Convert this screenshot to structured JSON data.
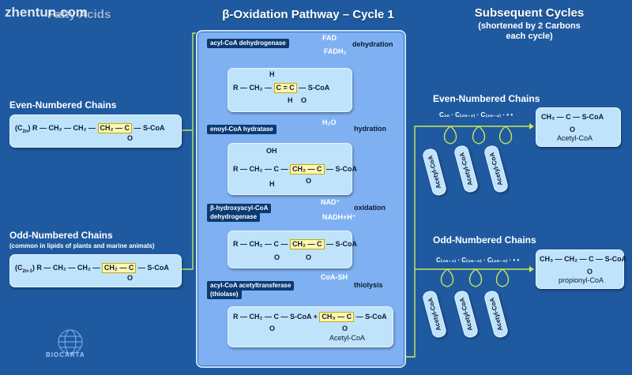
{
  "header": {
    "watermark": "zhentun.com",
    "left_title": "Fatty Acids",
    "center_title": "β-Oxidation Pathway – Cycle 1",
    "right_title": "Subsequent Cycles",
    "right_subtitle_1": "(shortened by 2 Carbons",
    "right_subtitle_2": "each cycle)"
  },
  "left": {
    "even_head": "Even-Numbered Chains",
    "even_formula_a": "(C",
    "even_formula_sub": "2n",
    "even_formula_b": ") R — CH₂ — CH₂ — ",
    "even_formula_hl": "CH₂ — C",
    "even_formula_c": " — S-CoA",
    "even_o": "O",
    "odd_head": "Odd-Numbered Chains",
    "odd_note": "(common in lipids of plants and marine animals)",
    "odd_formula_a": "(C",
    "odd_formula_sub": "2n-1",
    "odd_formula_b": ") R — CH₂ — CH₂ — ",
    "odd_formula_hl": "CH₂ — C",
    "odd_formula_c": " — S-CoA",
    "odd_o": "O"
  },
  "pathway": {
    "enzyme1": "acyl-CoA dehydrogenase",
    "cof1_in": "FAD",
    "cof1_out": "FADH₂",
    "step1": "dehydration",
    "mol1_a": "R — CH₂ — ",
    "mol1_hl": "C = C",
    "mol1_b": " — S-CoA",
    "mol1_top": "H",
    "mol1_bottom": "H",
    "mol1_o": "O",
    "enzyme2": "enoyl-CoA hydratase",
    "cof2_in": "H₂O",
    "step2": "hydration",
    "mol2_a": "R — CH₂ — C — ",
    "mol2_hl": "CH₂ — C",
    "mol2_b": " — S-CoA",
    "mol2_oh": "OH",
    "mol2_h": "H",
    "mol2_o": "O",
    "enzyme3a": "β-hydroxyacyl-CoA",
    "enzyme3b": "dehydrogenase",
    "cof3_in": "NAD⁺",
    "cof3_out": "NADH+H⁺",
    "step3": "oxidation",
    "mol3_a": "R — CH₂ — C — ",
    "mol3_hl": "CH₂ — C",
    "mol3_b": " — S-CoA",
    "mol3_o1": "O",
    "mol3_o2": "O",
    "enzyme4a": "acyl-CoA acetyltransferase",
    "enzyme4b": "(thiolase)",
    "cof4_in": "CoA-SH",
    "step4": "thiolysis",
    "mol4_a": "R — CH₂ — C — S-CoA  +  ",
    "mol4_hl": "CH₃ — C",
    "mol4_b": " — S-CoA",
    "mol4_o1": "O",
    "mol4_o2": "O",
    "mol4_label": "Acetyl-CoA"
  },
  "right": {
    "even_head": "Even-Numbered Chains",
    "even_seq": "C₂ₙ  ·  C₍₂ₙ₋₂₎  ·  C₍₂ₙ₋₄₎  · • •",
    "even_product_a": "CH₃ — C — S-CoA",
    "even_product_o": "O",
    "even_product_label": "Acetyl-CoA",
    "odd_head": "Odd-Numbered Chains",
    "odd_seq": "C₍₂ₙ₋₁₎  ·  C₍₂ₙ₋₃₎  ·  C₍₂ₙ₋₅₎  · • •",
    "odd_product_a": "CH₃ — CH₂ — C — S-CoA",
    "odd_product_o": "O",
    "odd_product_label": "propionyl-CoA",
    "pill_label": "Acetyl-CoA"
  },
  "brand": {
    "logo_text": "BIOCARTA"
  },
  "colors": {
    "background": "#1f5aa0",
    "panel": "#7fb1f2",
    "molecule_box": "#bfe3fb",
    "highlight": "#fff7b0",
    "connector": "#c8e85a",
    "enzyme_label": "#0b3a73"
  }
}
